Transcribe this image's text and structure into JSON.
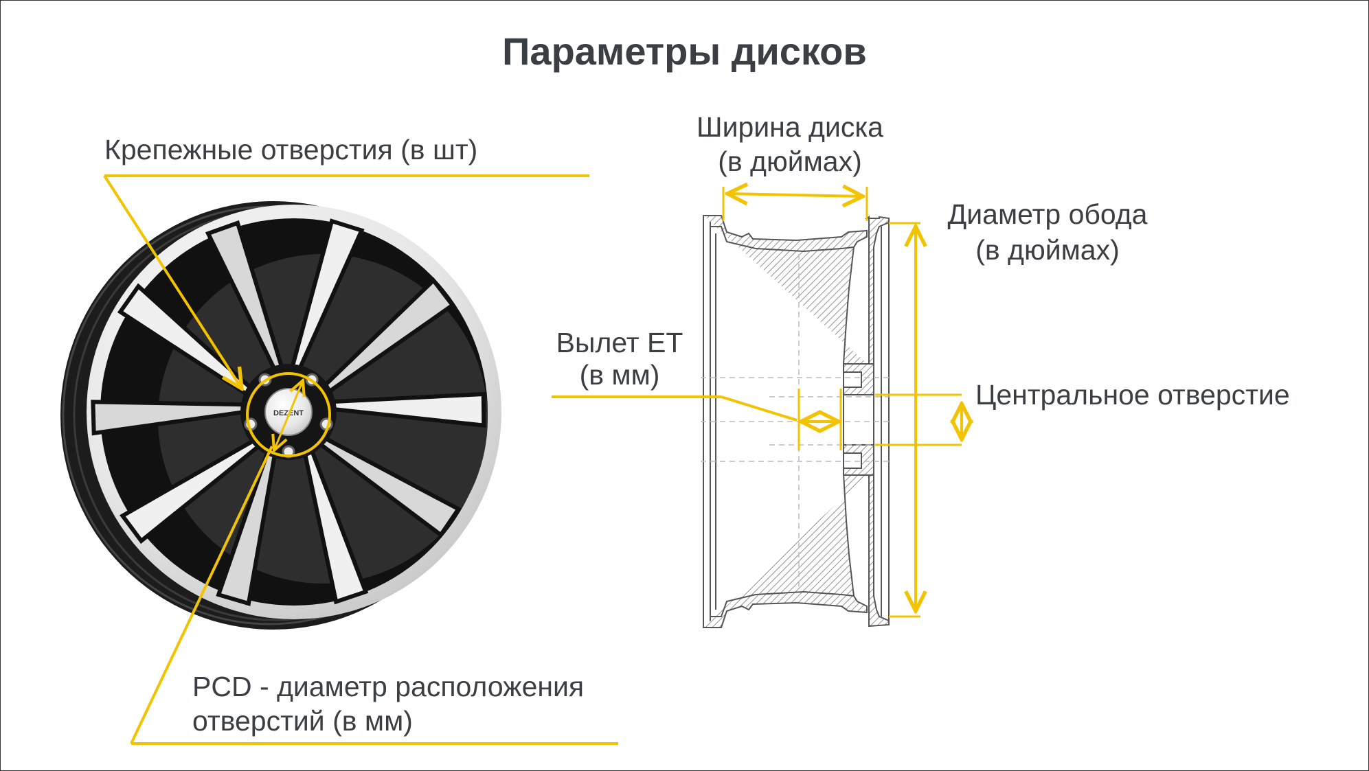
{
  "title": "Параметры дисков",
  "colors": {
    "accent": "#f2c300",
    "text": "#3b3e43",
    "drawing": "#555555"
  },
  "labels": {
    "bolt_holes": "Крепежные отверстия (в шт)",
    "pcd_line1": "PCD - диаметр расположения",
    "pcd_line2": "отверстий (в мм)",
    "width_line1": "Ширина диска",
    "width_line2": "(в дюймах)",
    "diameter_line1": "Диаметр обода",
    "diameter_line2": "(в дюймах)",
    "offset_line1": "Вылет ЕТ",
    "offset_line2": "(в мм)",
    "center_bore": "Центральное отверстие"
  },
  "wheel": {
    "logo_text": "DEZENT",
    "bolt_count": 5
  }
}
